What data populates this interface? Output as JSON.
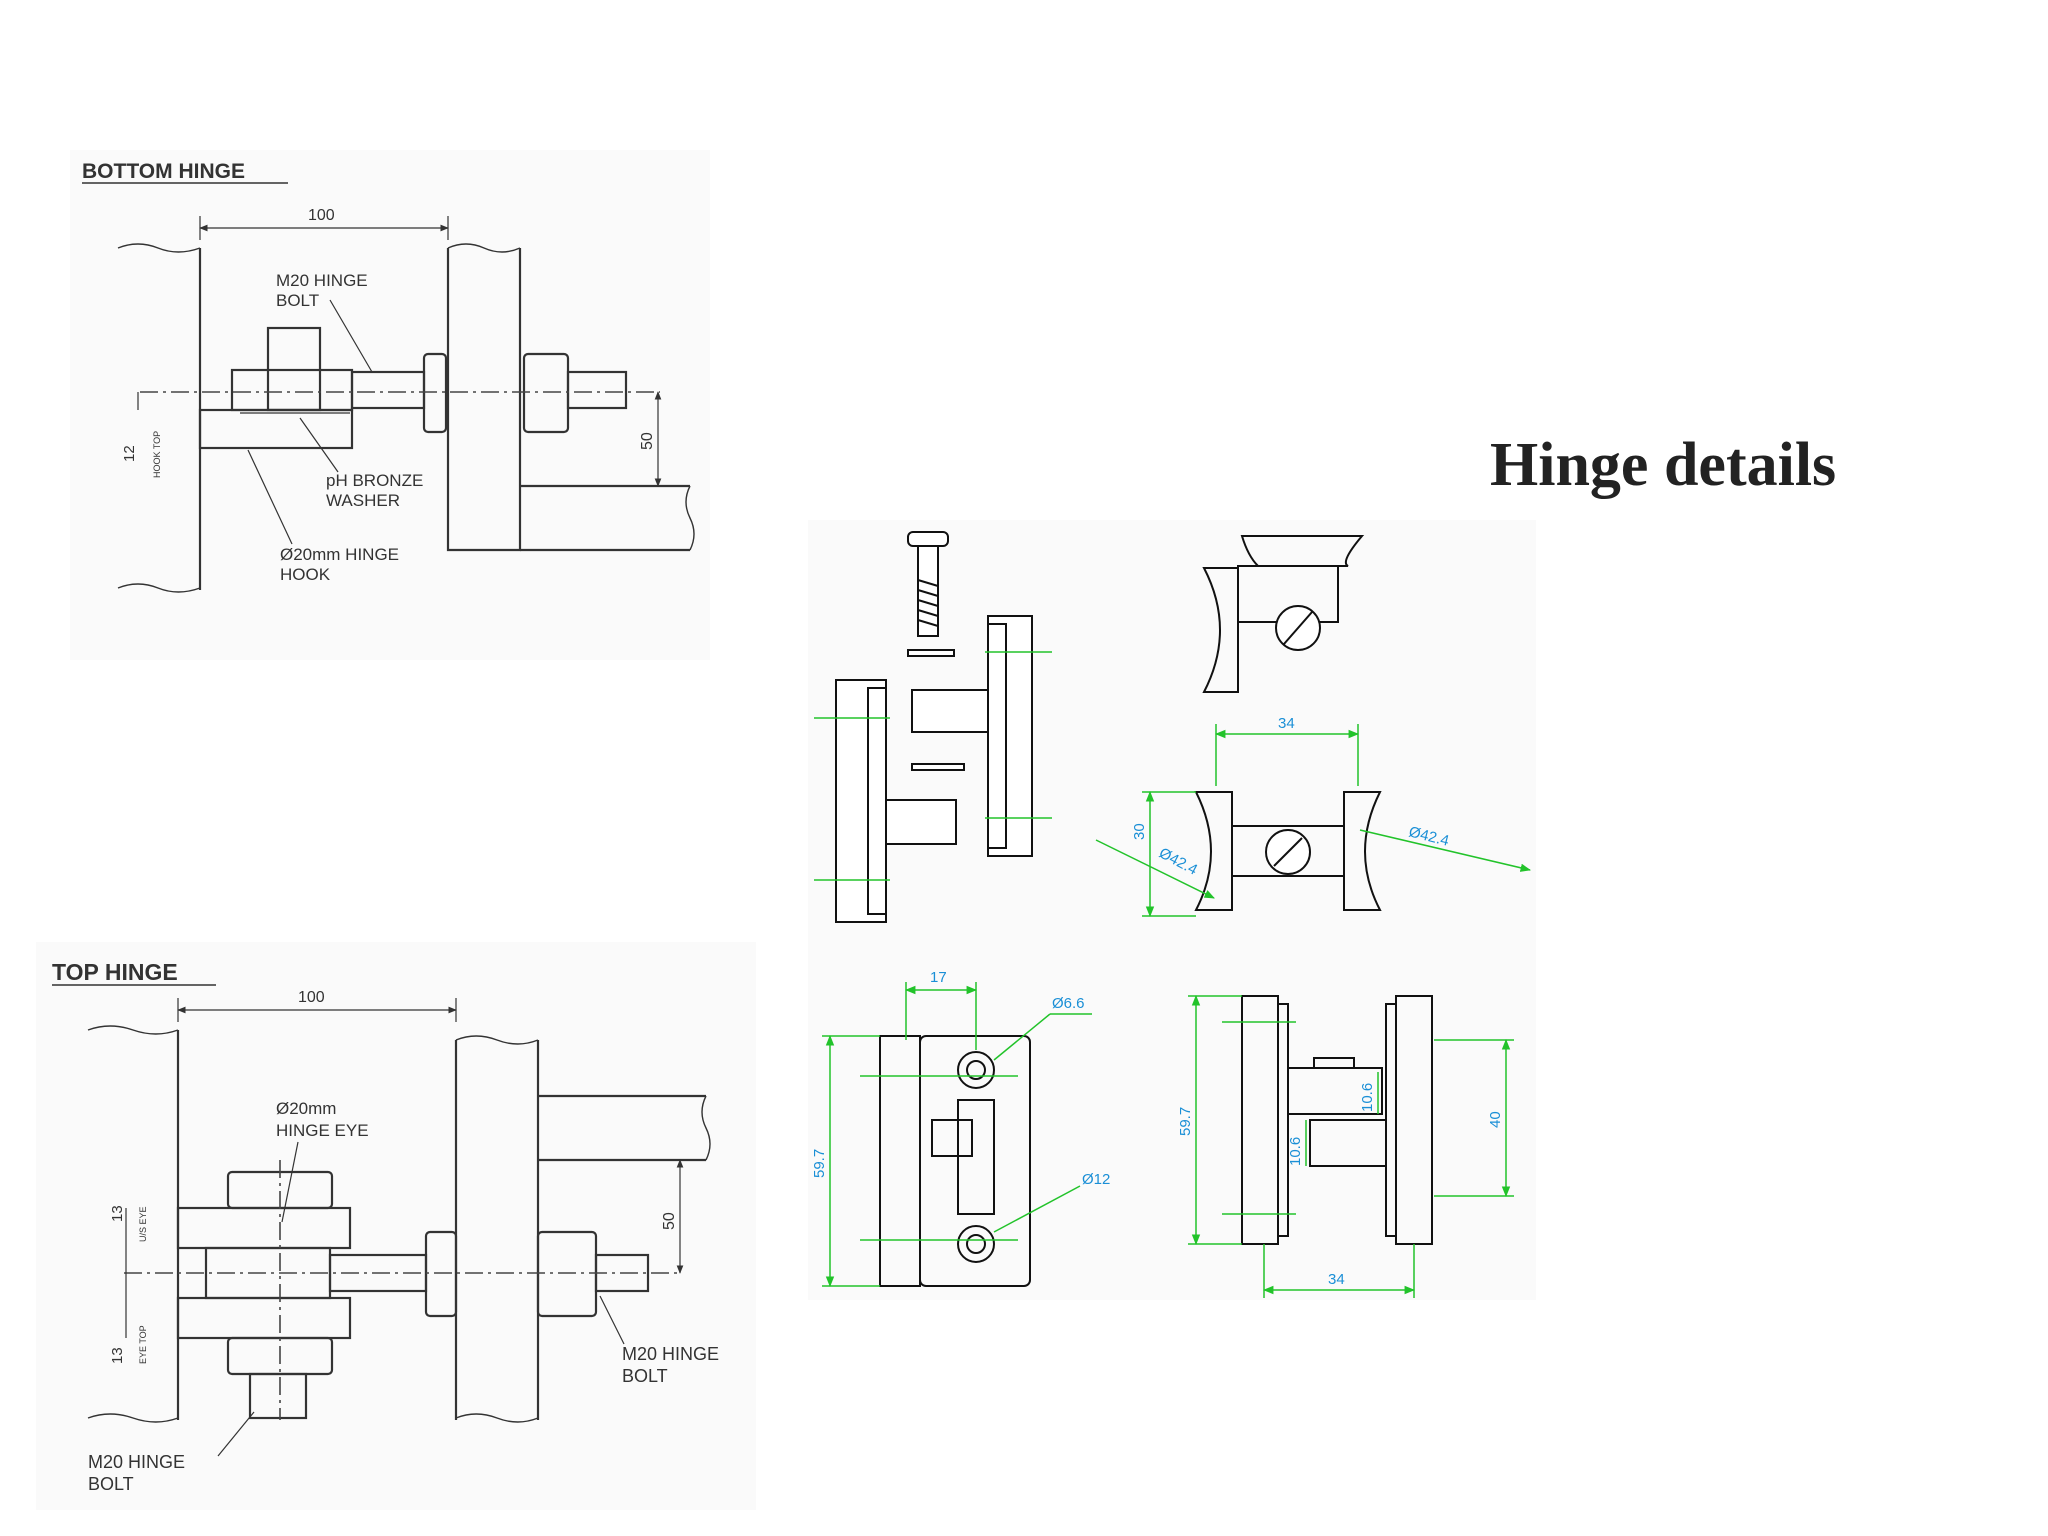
{
  "title": "Hinge details",
  "bottom_hinge": {
    "heading": "BOTTOM HINGE",
    "dim_width": "100",
    "dim_offset": "50",
    "dim_hook_top": "12",
    "dim_hook_top_note": "HOOK TOP",
    "bolt_label_line1": "M20 HINGE",
    "bolt_label_line2": "BOLT",
    "washer_label_line1": "pH BRONZE",
    "washer_label_line2": "WASHER",
    "hook_label_line1": "Ø20mm HINGE",
    "hook_label_line2": "HOOK"
  },
  "top_hinge": {
    "heading": "TOP HINGE",
    "dim_width": "100",
    "dim_offset": "50",
    "dim_eye_upper": "13",
    "dim_eye_upper_note": "U/S EYE",
    "dim_eye_lower": "13",
    "dim_eye_lower_note": "EYE TOP",
    "eye_label_line1": "Ø20mm",
    "eye_label_line2": "HINGE EYE",
    "bolt_right_line1": "M20 HINGE",
    "bolt_right_line2": "BOLT",
    "bolt_bottom_line1": "M20 HINGE",
    "bolt_bottom_line2": "BOLT"
  },
  "glass_hinge": {
    "dim_34_top": "34",
    "dim_30": "30",
    "dim_dia_left": "Ø42.4",
    "dim_dia_right": "Ø42.4",
    "dim_17": "17",
    "dim_d66": "Ø6.6",
    "dim_d12": "Ø12",
    "dim_597_left": "59.7",
    "dim_597_right": "59.7",
    "dim_106_a": "10.6",
    "dim_106_b": "10.6",
    "dim_40": "40",
    "dim_34_bottom": "34"
  },
  "colors": {
    "dimension_green": "#22c32a",
    "dimension_text_blue": "#1a8fd6",
    "ink": "#333333"
  }
}
